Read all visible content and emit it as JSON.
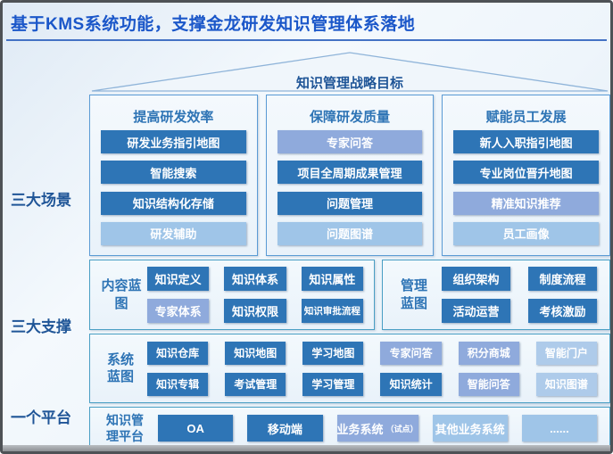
{
  "header": {
    "title": "基于KMS系统功能，支撑金龙研发知识管理体系落地"
  },
  "roof": {
    "label": "知识管理战略目标"
  },
  "side_labels": {
    "scenarios": "三大场景",
    "supports": "三大支撑",
    "platform": "一个平台"
  },
  "scenarios": {
    "columns": [
      {
        "header": "提高研发效率",
        "items": [
          {
            "label": "研发业务指引地图",
            "tone": "dark"
          },
          {
            "label": "智能搜索",
            "tone": "dark"
          },
          {
            "label": "知识结构化存储",
            "tone": "dark"
          },
          {
            "label": "研发辅助",
            "tone": "light"
          }
        ]
      },
      {
        "header": "保障研发质量",
        "items": [
          {
            "label": "专家问答",
            "tone": "mid"
          },
          {
            "label": "项目全周期成果管理",
            "tone": "dark"
          },
          {
            "label": "问题管理",
            "tone": "dark"
          },
          {
            "label": "问题图谱",
            "tone": "light"
          }
        ]
      },
      {
        "header": "赋能员工发展",
        "items": [
          {
            "label": "新人入职指引地图",
            "tone": "dark"
          },
          {
            "label": "专业岗位晋升地图",
            "tone": "dark"
          },
          {
            "label": "精准知识推荐",
            "tone": "mid"
          },
          {
            "label": "员工画像",
            "tone": "light"
          }
        ]
      }
    ]
  },
  "blueprints": {
    "content": {
      "label": "内容蓝图",
      "items": [
        {
          "label": "知识定义",
          "tone": "dark"
        },
        {
          "label": "知识体系",
          "tone": "dark"
        },
        {
          "label": "知识属性",
          "tone": "dark"
        },
        {
          "label": "专家体系",
          "tone": "mid"
        },
        {
          "label": "知识权限",
          "tone": "dark"
        },
        {
          "label": "知识审批流程",
          "tone": "dark"
        }
      ]
    },
    "management": {
      "label": "管理蓝图",
      "items": [
        {
          "label": "组织架构",
          "tone": "dark"
        },
        {
          "label": "制度流程",
          "tone": "dark"
        },
        {
          "label": "活动运营",
          "tone": "dark"
        },
        {
          "label": "考核激励",
          "tone": "dark"
        }
      ]
    },
    "system": {
      "label": "系统蓝图",
      "items": [
        {
          "label": "知识仓库",
          "tone": "dark"
        },
        {
          "label": "知识地图",
          "tone": "dark"
        },
        {
          "label": "学习地图",
          "tone": "dark"
        },
        {
          "label": "专家问答",
          "tone": "mid"
        },
        {
          "label": "积分商城",
          "tone": "mid"
        },
        {
          "label": "智能门户",
          "tone": "lighter"
        },
        {
          "label": "知识专辑",
          "tone": "dark"
        },
        {
          "label": "考试管理",
          "tone": "dark"
        },
        {
          "label": "学习管理",
          "tone": "dark"
        },
        {
          "label": "知识统计",
          "tone": "dark"
        },
        {
          "label": "智能问答",
          "tone": "mid"
        },
        {
          "label": "知识图谱",
          "tone": "lighter"
        }
      ]
    }
  },
  "platform": {
    "label": "知识管理平台",
    "items": [
      {
        "label": "OA",
        "suffix": "",
        "tone": "dark"
      },
      {
        "label": "移动端",
        "suffix": "",
        "tone": "dark"
      },
      {
        "label": "业务系统",
        "suffix": "（试点）",
        "tone": "mid"
      },
      {
        "label": "其他业务系统",
        "suffix": "",
        "tone": "light"
      },
      {
        "label": "......",
        "suffix": "",
        "tone": "light"
      }
    ]
  },
  "colors": {
    "title_text": "#1b57c9",
    "heading_text": "#2e74b5",
    "side_label_text": "#1f5597",
    "button_dark": "#2e75b6",
    "button_mid": "#8faadc",
    "button_light": "#9fc5e8",
    "button_lighter": "#aecbea",
    "section_border": "#4a9fc4",
    "column_border": "#5b9bd5",
    "title_rule": "#4472c4"
  }
}
